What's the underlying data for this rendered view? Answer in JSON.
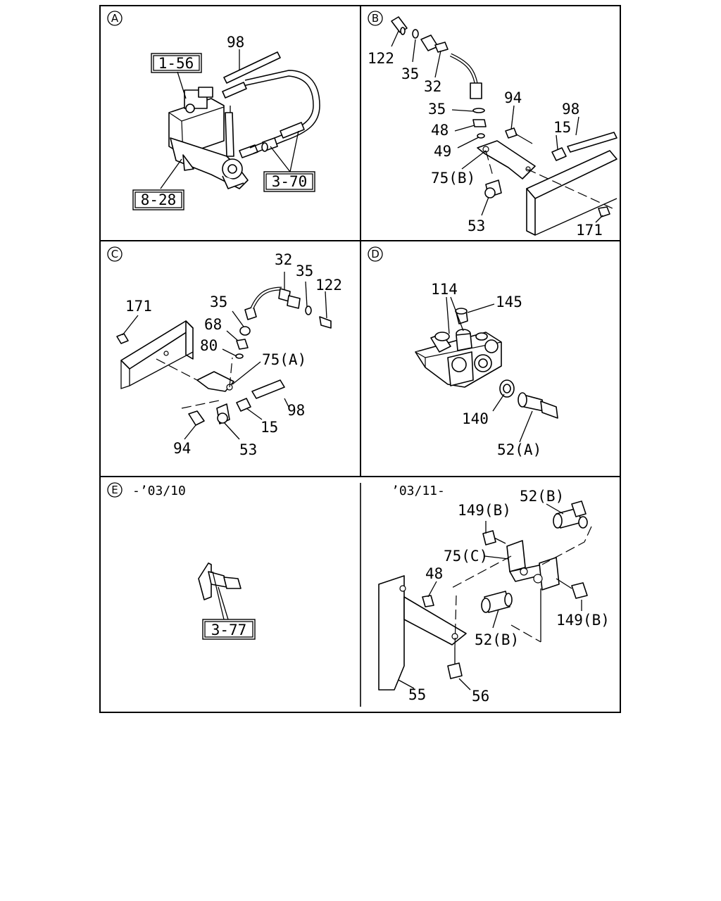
{
  "sections": {
    "A": {
      "letter": "A",
      "refs": {
        "r1": "1-56",
        "r2": "3-70",
        "r3": "8-28"
      },
      "labels": {
        "p98": "98"
      }
    },
    "B": {
      "letter": "B",
      "labels": {
        "p122": "122",
        "p35a": "35",
        "p32": "32",
        "p35b": "35",
        "p48": "48",
        "p49": "49",
        "p75b": "75(B)",
        "p94": "94",
        "p15": "15",
        "p98": "98",
        "p53": "53",
        "p171": "171"
      }
    },
    "C": {
      "letter": "C",
      "labels": {
        "p32": "32",
        "p35a": "35",
        "p122": "122",
        "p171": "171",
        "p35b": "35",
        "p68": "68",
        "p80": "80",
        "p75a": "75(A)",
        "p98": "98",
        "p15": "15",
        "p94": "94",
        "p53": "53"
      }
    },
    "D": {
      "letter": "D",
      "labels": {
        "p114": "114",
        "p145": "145",
        "p140": "140",
        "p52a": "52(A)"
      }
    },
    "E": {
      "letter": "E",
      "caption_left": "-’03/10",
      "caption_right": "’03/11-",
      "refs": {
        "r1": "3-77"
      },
      "labels": {
        "p149b1": "149(B)",
        "p52b1": "52(B)",
        "p75c": "75(C)",
        "p48": "48",
        "p149b2": "149(B)",
        "p52b2": "52(B)",
        "p55": "55",
        "p56": "56"
      }
    }
  }
}
